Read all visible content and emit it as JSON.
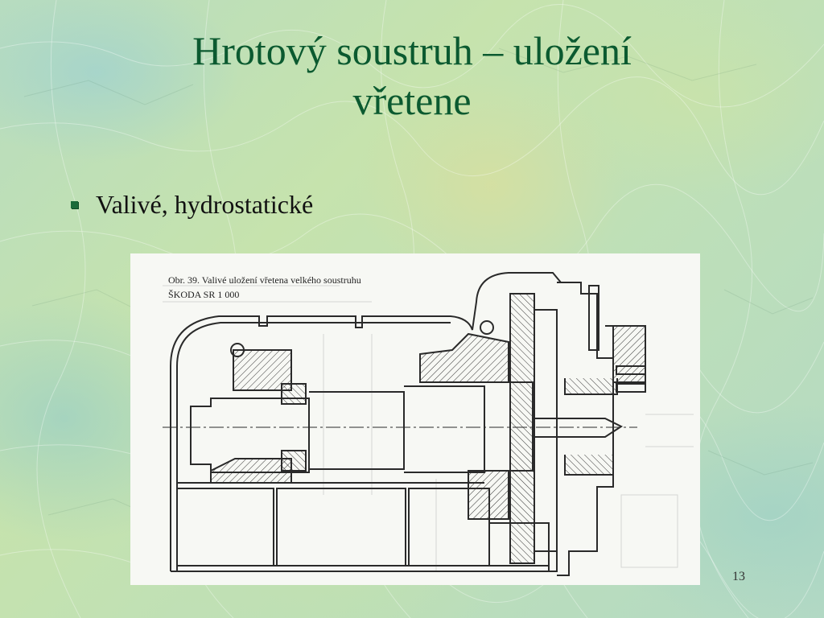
{
  "slide": {
    "title_line1": "Hrotový soustruh – uložení",
    "title_line2": "vřetene",
    "bullets": [
      {
        "text": "Valivé, hydrostatické"
      }
    ],
    "figure": {
      "caption_line1": "Obr. 39. Valivé uložení vřetena velkého soustruhu",
      "caption_line2": "ŠKODA SR 1 000"
    },
    "page_number": "13"
  },
  "colors": {
    "title": "#0b5a30",
    "bullet": "#1a6a3a",
    "drawing_ink": "#2a2a2a"
  }
}
